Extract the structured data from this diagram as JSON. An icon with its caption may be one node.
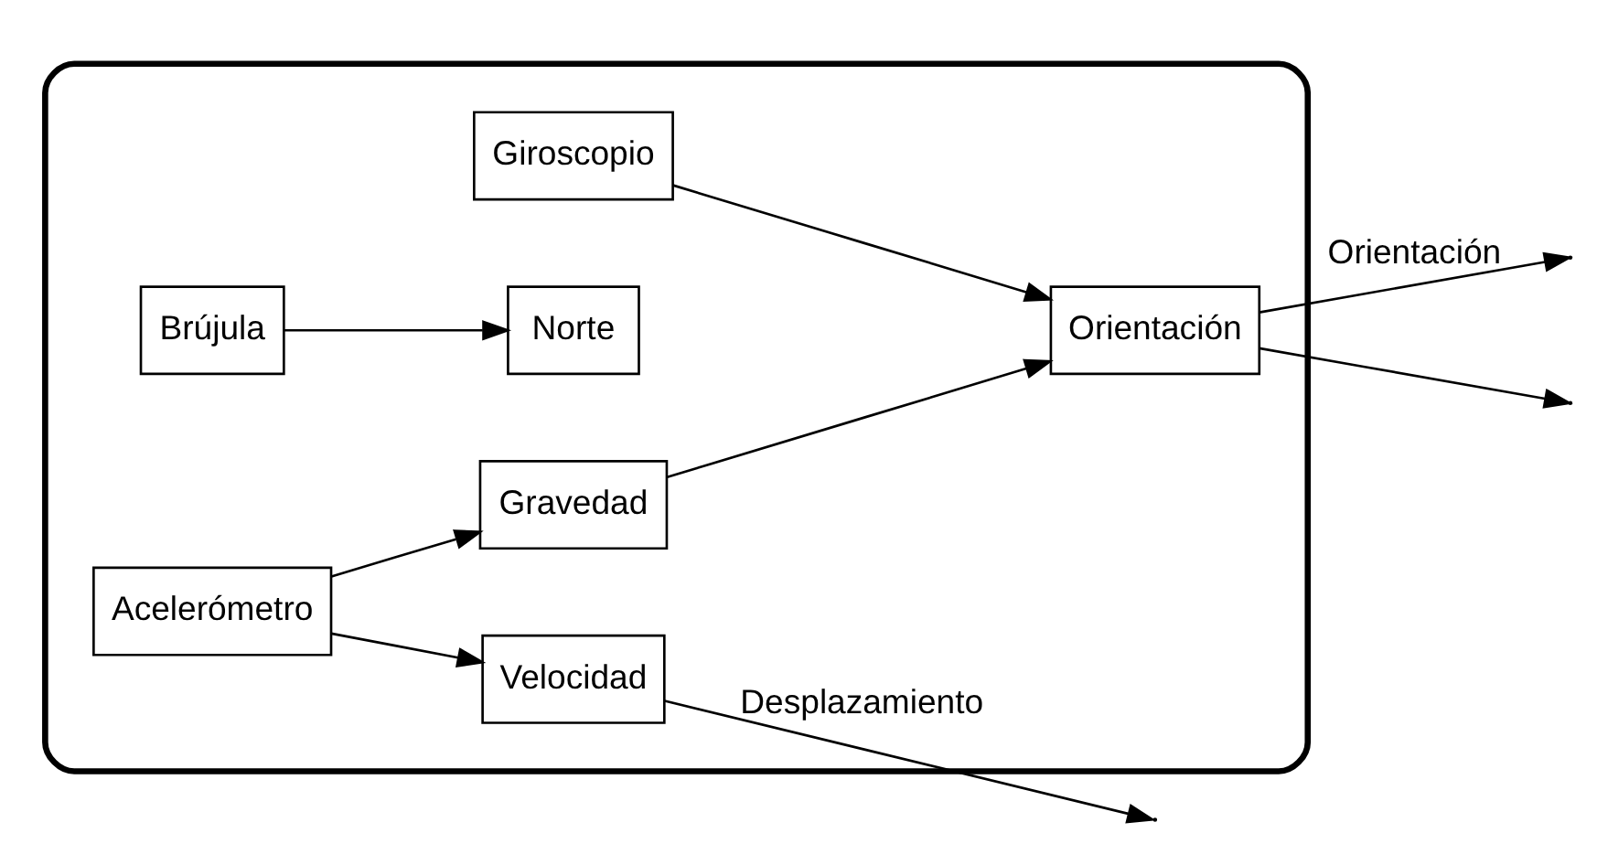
{
  "diagram": {
    "nodes": [
      {
        "text": [],
        "shape": "box"
      },
      {
        "text": [
          "Giroscopio"
        ],
        "in": 0
      },
      {
        "text": [
          "Orientación"
        ],
        "in": 0
      },
      {
        "text": [
          "Brújula"
        ],
        "in": 0
      },
      {
        "text": [
          "Norte"
        ],
        "in": 0
      },
      {
        "text": [
          "Acelerómetro"
        ],
        "in": 0
      },
      {
        "text": [
          "Gravedad"
        ],
        "in": 0
      },
      {
        "text": [
          "Velocidad"
        ],
        "in": 0
      }
    ],
    "edges": [
      {
        "from": 1,
        "to": 2,
        "arrow": "to"
      },
      {
        "from": 3,
        "to": 4,
        "arrow": "to"
      },
      {
        "from": 5,
        "to": 6,
        "arrow": "to"
      },
      {
        "from": 5,
        "to": 7,
        "arrow": "to"
      },
      {
        "from": 6,
        "to": 2,
        "arrow": "to"
      },
      {
        "from": 2,
        "to": null,
        "arrow": "to",
        "label": "Orientación"
      },
      {
        "from": 2,
        "to": null,
        "arrow": "to"
      },
      {
        "from": 7,
        "to": null,
        "arrow": "to",
        "label": "Desplazamiento"
      }
    ]
  }
}
